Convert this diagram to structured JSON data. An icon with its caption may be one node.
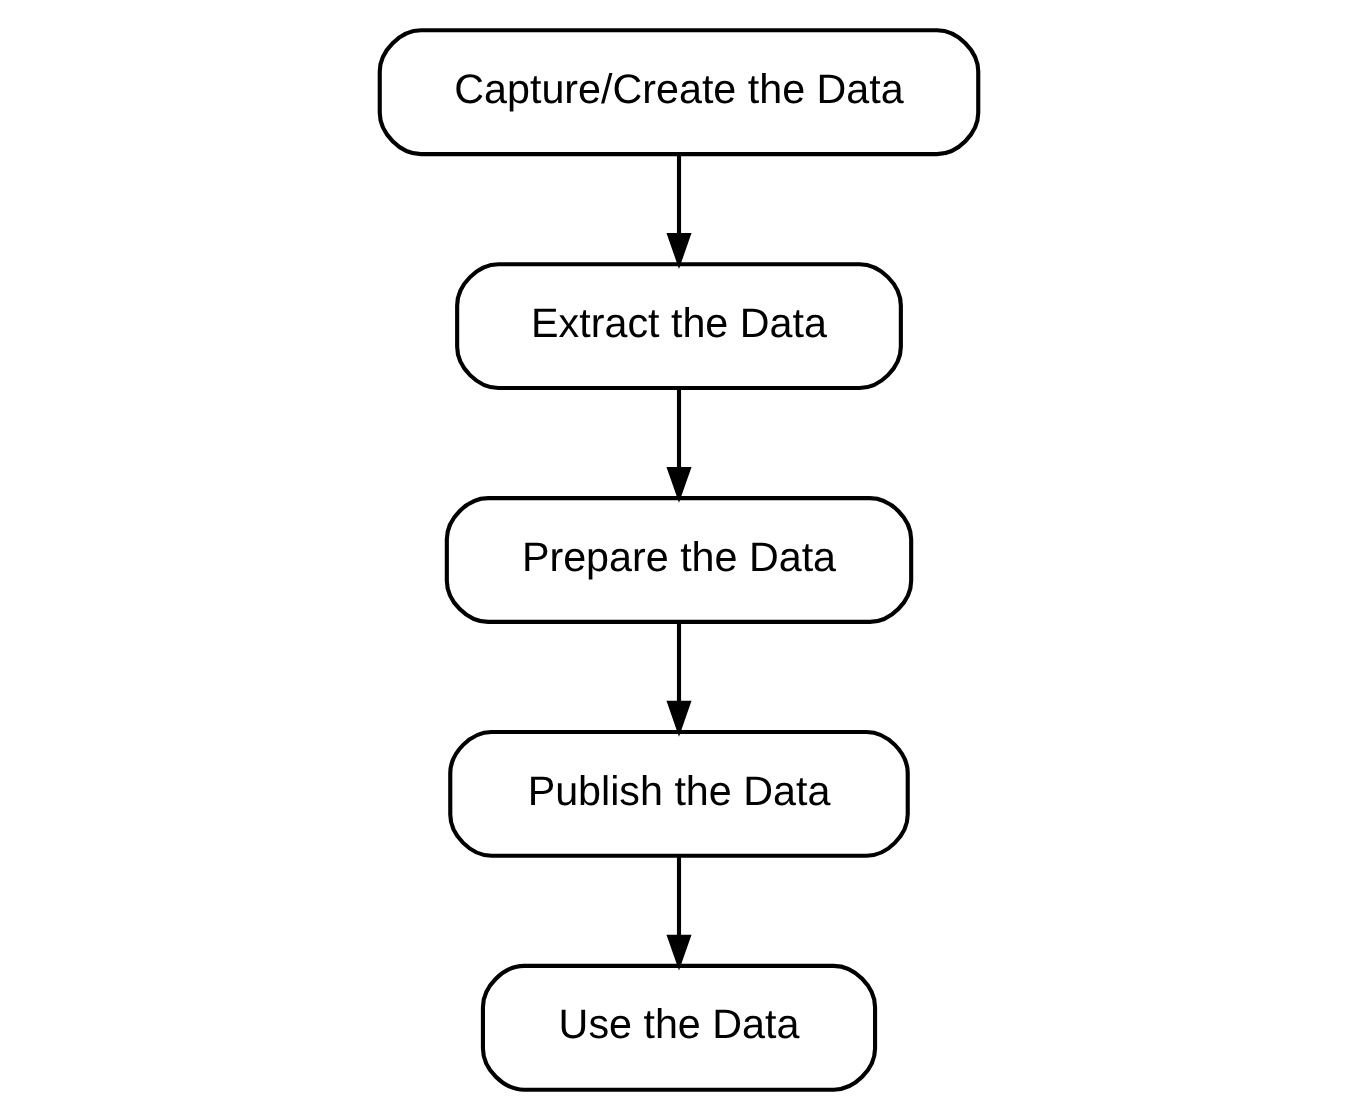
{
  "diagram": {
    "nodes": [
      {
        "text": [
          "Capture/Create the Data"
        ]
      },
      {
        "text": [
          "Extract the Data"
        ]
      },
      {
        "text": [
          "Prepare the Data"
        ]
      },
      {
        "text": [
          "Publish the Data"
        ]
      },
      {
        "text": [
          "Use the Data"
        ]
      }
    ],
    "edges": [
      {
        "from": 0,
        "to": 1,
        "arrow": "to"
      },
      {
        "from": 1,
        "to": 2,
        "arrow": "to"
      },
      {
        "from": 2,
        "to": 3,
        "arrow": "to"
      },
      {
        "from": 3,
        "to": 4,
        "arrow": "to"
      }
    ]
  }
}
